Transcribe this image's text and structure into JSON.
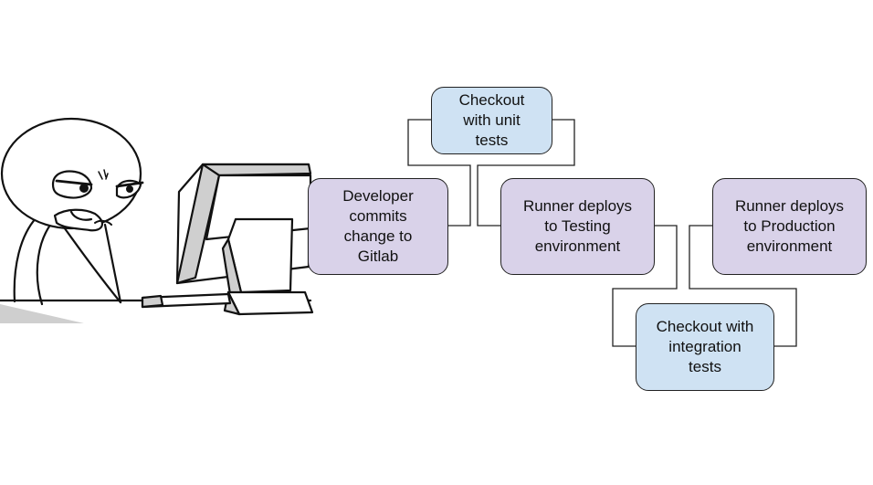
{
  "colors": {
    "action_fill": "#d9d2e9",
    "check_fill": "#cfe2f3",
    "border": "#222222",
    "connector": "#222222"
  },
  "illustration": {
    "name": "person-at-computer-meme"
  },
  "diagram": {
    "nodes": {
      "commit": "Developer\ncommits\nchange to\nGitlab",
      "unit_tests": "Checkout\nwith unit\ntests",
      "deploy_testing": "Runner deploys\nto Testing\nenvironment",
      "integration_tests": "Checkout with\nintegration\ntests",
      "deploy_production": "Runner deploys\nto Production\nenvironment"
    }
  }
}
